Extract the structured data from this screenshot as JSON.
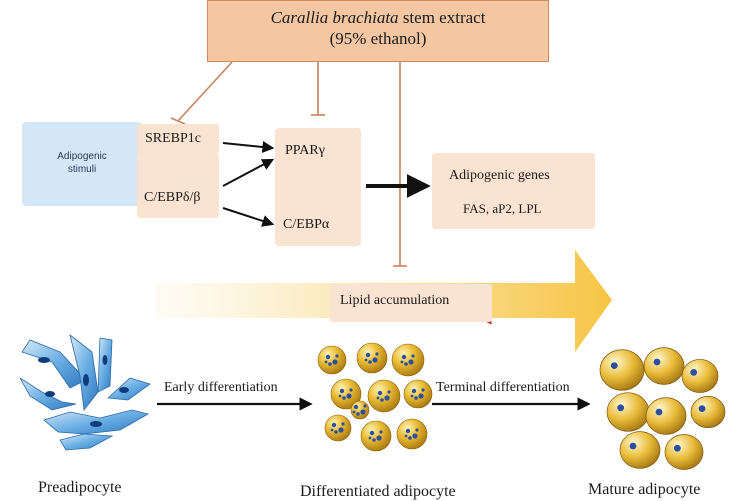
{
  "extract": {
    "name_italic": "Carallia brachiata",
    "name_rest": " stem extract",
    "solvent": "(95% ethanol)"
  },
  "stimuli": {
    "line1": "Adipogenic",
    "line2": "stimuli"
  },
  "factors": {
    "srebp1c": "SREBP1c",
    "cebp_db": "C/EBPδ/β",
    "ppar": "PPARγ",
    "cebp_a": "C/EBPα"
  },
  "genes": {
    "title": "Adipogenic genes",
    "list": "FAS, aP2, LPL"
  },
  "lipid": "Lipid accumulation",
  "stages": {
    "early": "Early differentiation",
    "terminal": "Terminal differentiation"
  },
  "cells": {
    "pre": "Preadipocyte",
    "diff": "Differentiated adipocyte",
    "mature": "Mature adipocyte"
  },
  "colors": {
    "extract_fill": "#f4c6a2",
    "inhibit_line": "#c9825a",
    "down_arrow": "#d42020",
    "stimuli_fill": "#d5e6f7",
    "factor_fill": "#fbe3d2",
    "progress_arrow": "#f7c544",
    "preadipocyte": "#4f97d4",
    "adipocyte_gold": "#e7b52c",
    "nucleus_blue": "#2c4fa0"
  }
}
